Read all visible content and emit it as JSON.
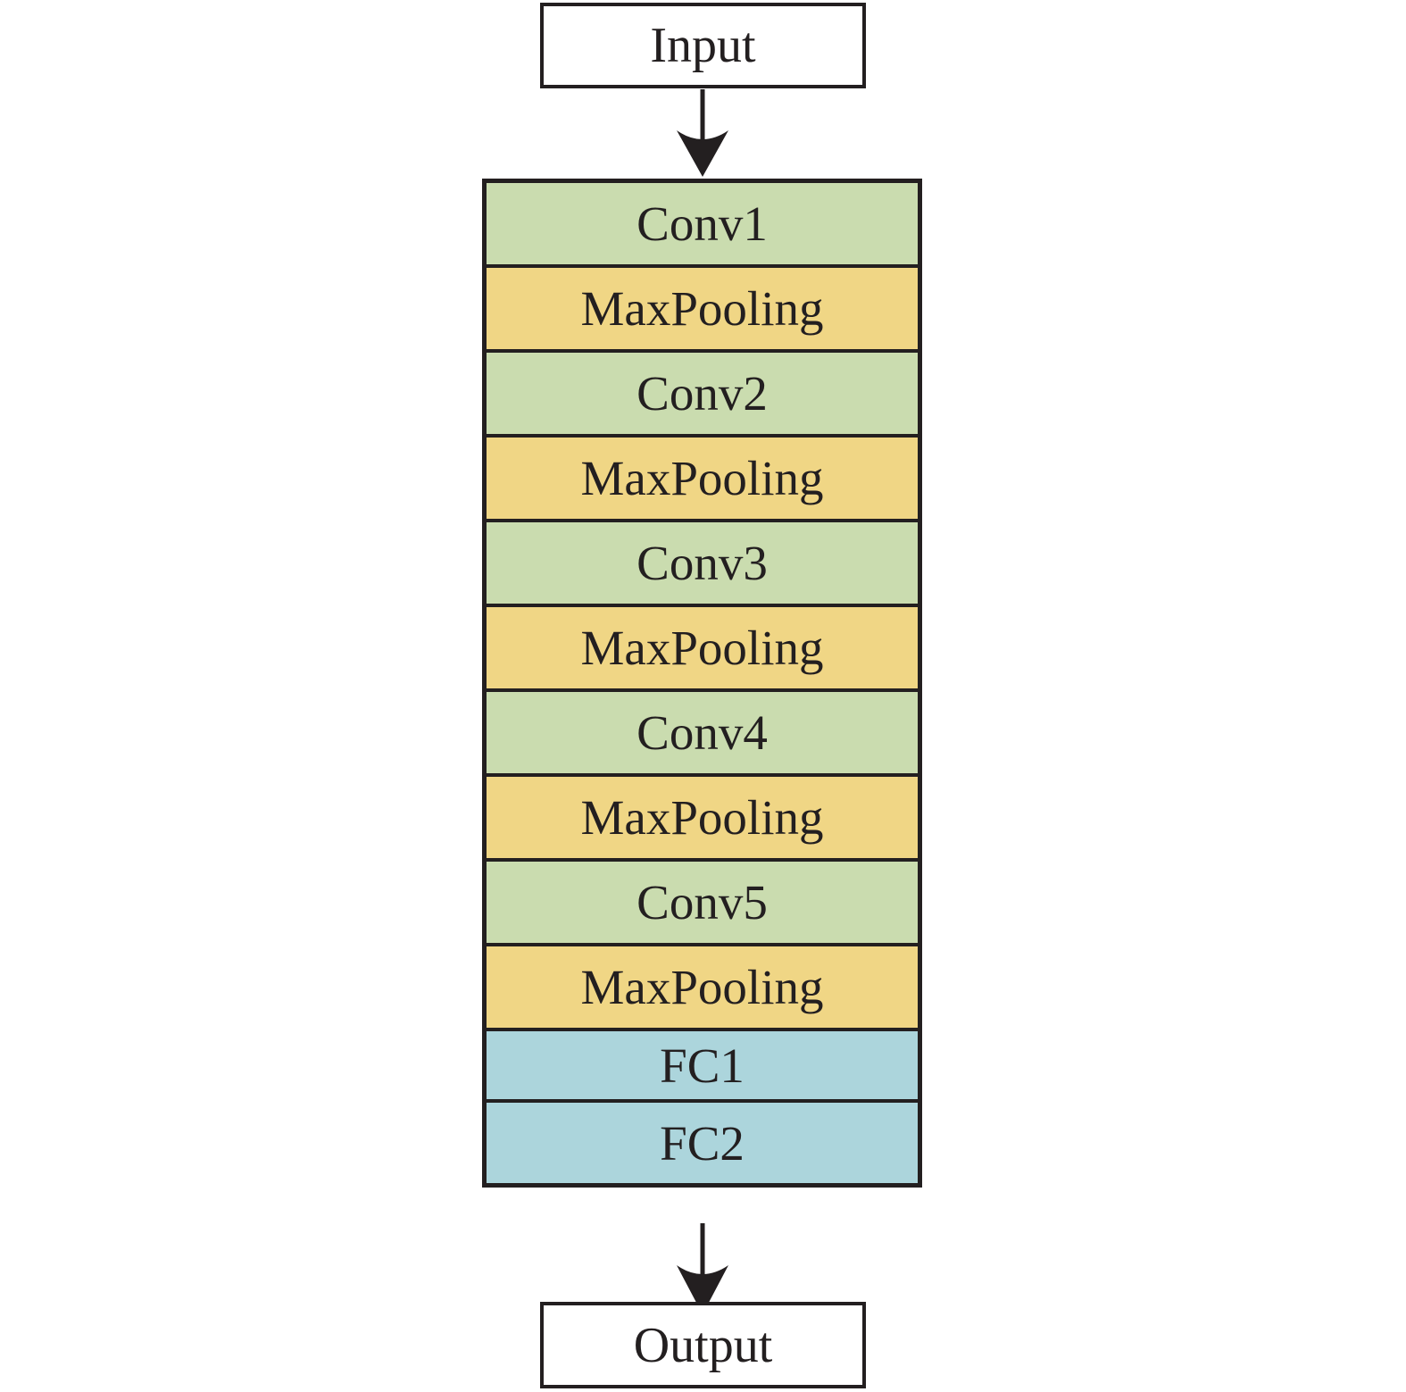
{
  "diagram": {
    "nodes": {
      "input": {
        "label": "Input"
      },
      "output": {
        "label": "Output"
      }
    },
    "layers": [
      {
        "label": "Conv1",
        "type": "conv"
      },
      {
        "label": "MaxPooling",
        "type": "pool"
      },
      {
        "label": "Conv2",
        "type": "conv"
      },
      {
        "label": "MaxPooling",
        "type": "pool"
      },
      {
        "label": "Conv3",
        "type": "conv"
      },
      {
        "label": "MaxPooling",
        "type": "pool"
      },
      {
        "label": "Conv4",
        "type": "conv"
      },
      {
        "label": "MaxPooling",
        "type": "pool"
      },
      {
        "label": "Conv5",
        "type": "conv"
      },
      {
        "label": "MaxPooling",
        "type": "pool"
      },
      {
        "label": "FC1",
        "type": "fc"
      },
      {
        "label": "FC2",
        "type": "fc"
      }
    ],
    "colors": {
      "conv_fill": "#cadcaf",
      "pool_fill": "#f0d685",
      "fc_fill": "#acd5dc",
      "line": "#231f20"
    }
  }
}
